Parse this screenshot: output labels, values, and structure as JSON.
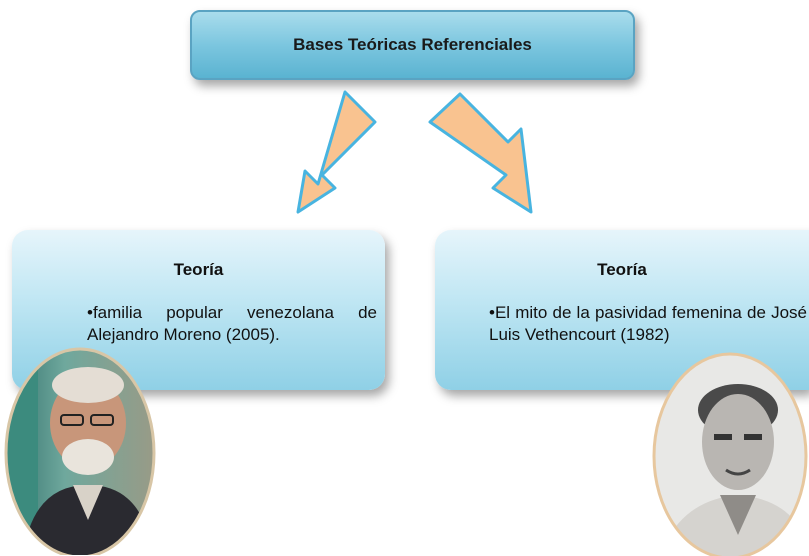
{
  "title": "Bases Teóricas Referenciales",
  "left_node": {
    "heading": "Teoría",
    "bullet": "•",
    "text": "familia popular venezolana de Alejandro Moreno (2005)."
  },
  "right_node": {
    "heading": "Teoría",
    "bullet": "•",
    "text": "El mito de la pasividad femenina de José Luis Vethencourt (1982)"
  },
  "colors": {
    "box_fill": "#bfe6f3",
    "box_border": "#5aa3c2",
    "arrow_fill": "#f9c390",
    "arrow_border": "#48b4e0"
  }
}
